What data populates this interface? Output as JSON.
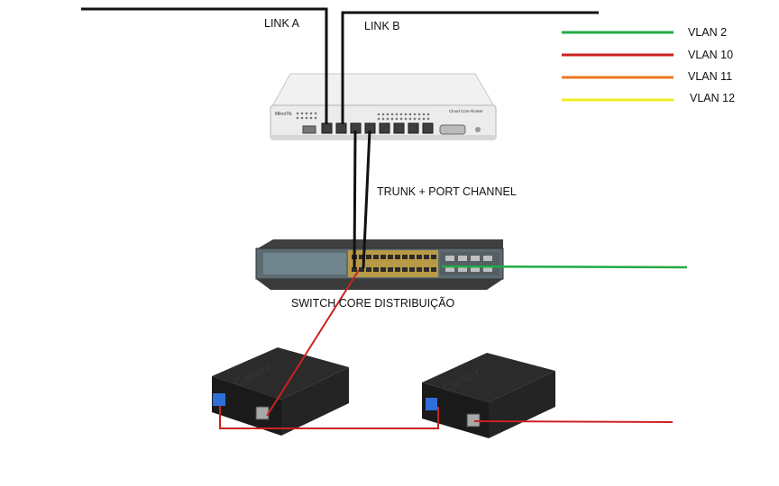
{
  "labels": {
    "link_a": "LINK A",
    "link_b": "LINK B",
    "trunk": "TRUNK + PORT CHANNEL",
    "switch_core": "SWITCH CORE DISTRIBUIÇÃO"
  },
  "legend": [
    {
      "label": "VLAN 2",
      "color": "#22aa44"
    },
    {
      "label": "VLAN 10",
      "color": "#cc2222"
    },
    {
      "label": "VLAN 11",
      "color": "#ee7722"
    },
    {
      "label": "VLAN 12",
      "color": "#eeee22"
    }
  ],
  "devices": {
    "router_brand": "MikroTik",
    "router_model": "Cloud Core Router",
    "converter_brand": "CjeNeT"
  },
  "colors": {
    "cable_black": "#111111",
    "cable_red": "#cc2222",
    "cable_green": "#22aa44"
  }
}
